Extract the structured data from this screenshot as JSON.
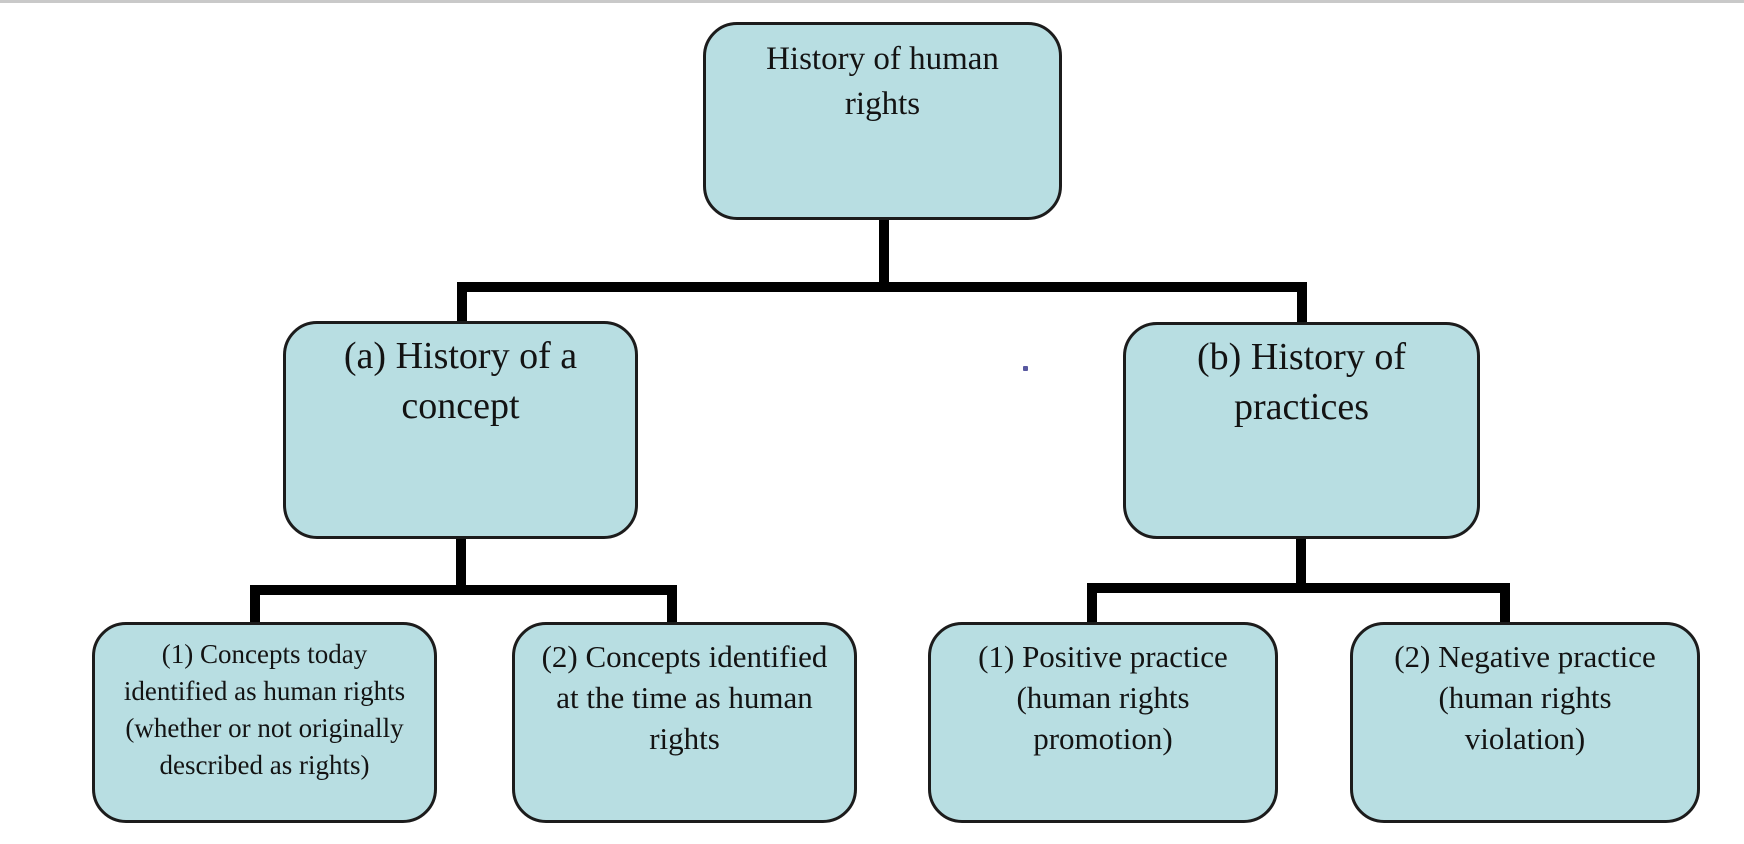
{
  "styles": {
    "box_fill": "#b8dee2",
    "box_border": "#1c1c1c",
    "connector_color": "#000000",
    "text_color": "#131313",
    "top_rule_color": "#c9c9c9",
    "page_bg": "#ffffff",
    "artifact_dot_color": "#3b3b8f"
  },
  "diagram": {
    "nodes": {
      "root": {
        "label": "History of human rights",
        "lines": [
          "History of human",
          "rights"
        ]
      },
      "concept": {
        "label": "(a) History of a concept",
        "lines": [
          "(a) History of a",
          "concept"
        ]
      },
      "practices": {
        "label": "(b) History of practices",
        "lines": [
          "(b) History of",
          "practices"
        ]
      },
      "concept_child_1": {
        "label": "(1) Concepts today identified as human rights (whether or not originally described as rights)",
        "lines": [
          "(1) Concepts today",
          "identified as human rights",
          "(whether or not originally",
          "described as rights)"
        ]
      },
      "concept_child_2": {
        "label": "(2) Concepts identified at the time as human rights",
        "lines": [
          "(2) Concepts identified",
          "at the time as human",
          "rights"
        ]
      },
      "practices_child_1": {
        "label": "(1) Positive practice (human rights promotion)",
        "lines": [
          "(1) Positive practice",
          "(human rights",
          "promotion)"
        ]
      },
      "practices_child_2": {
        "label": "(2) Negative practice (human rights violation)",
        "lines": [
          "(2) Negative practice",
          "(human rights",
          "violation)"
        ]
      }
    }
  }
}
